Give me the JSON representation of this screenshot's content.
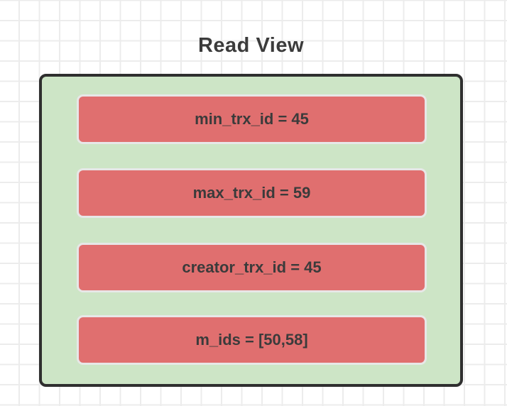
{
  "title": "Read View",
  "read_view": {
    "fields": [
      {
        "label": "min_trx_id = 45"
      },
      {
        "label": "max_trx_id = 59"
      },
      {
        "label": "creator_trx_id = 45"
      },
      {
        "label": "m_ids = [50,58]"
      }
    ]
  },
  "colors": {
    "container_fill": "#cde5c6",
    "container_border": "#2f2f2f",
    "field_fill": "#e06f6f",
    "field_border": "#e7e7e7",
    "text": "#3b3b3b",
    "grid_line": "#ececec",
    "background": "#ffffff"
  }
}
